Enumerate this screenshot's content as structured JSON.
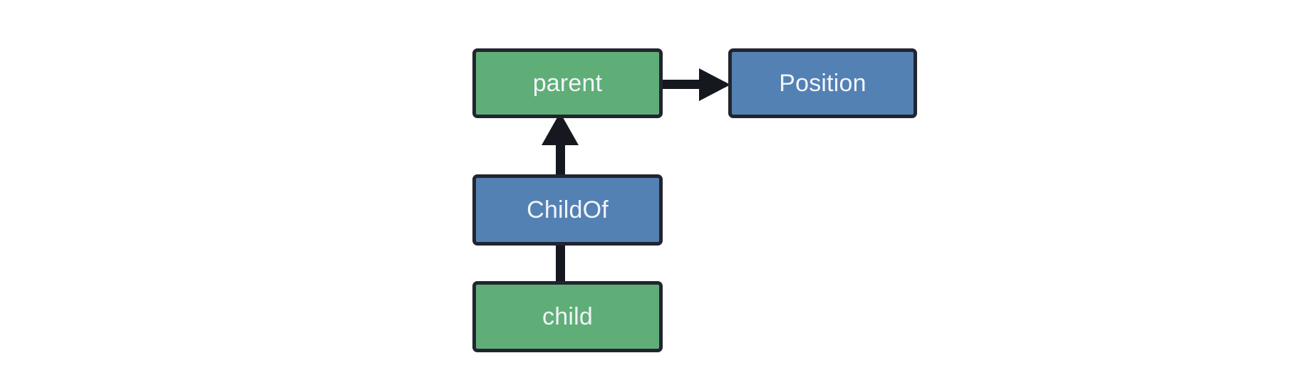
{
  "diagram": {
    "background_color": "#ffffff",
    "border_color": "#22252f",
    "label_color": "#f2f5f9",
    "edge_color": "#16181f",
    "entity_color": "#5fae77",
    "relation_color": "#5481b4",
    "nodes": [
      {
        "id": "parent",
        "label": "parent",
        "kind": "entity",
        "color": "#5fae77"
      },
      {
        "id": "position",
        "label": "Position",
        "kind": "component",
        "color": "#5481b4"
      },
      {
        "id": "childof",
        "label": "ChildOf",
        "kind": "relation",
        "color": "#5481b4"
      },
      {
        "id": "child",
        "label": "child",
        "kind": "entity",
        "color": "#5fae77"
      }
    ],
    "edges": [
      {
        "id": "parent-position",
        "from": "parent",
        "to": "position",
        "direction": "right",
        "arrowhead": true
      },
      {
        "id": "childof-parent",
        "from": "childof",
        "to": "parent",
        "direction": "up",
        "arrowhead": true
      },
      {
        "id": "child-childof",
        "from": "child",
        "to": "childof",
        "direction": "up",
        "arrowhead": false
      }
    ]
  }
}
